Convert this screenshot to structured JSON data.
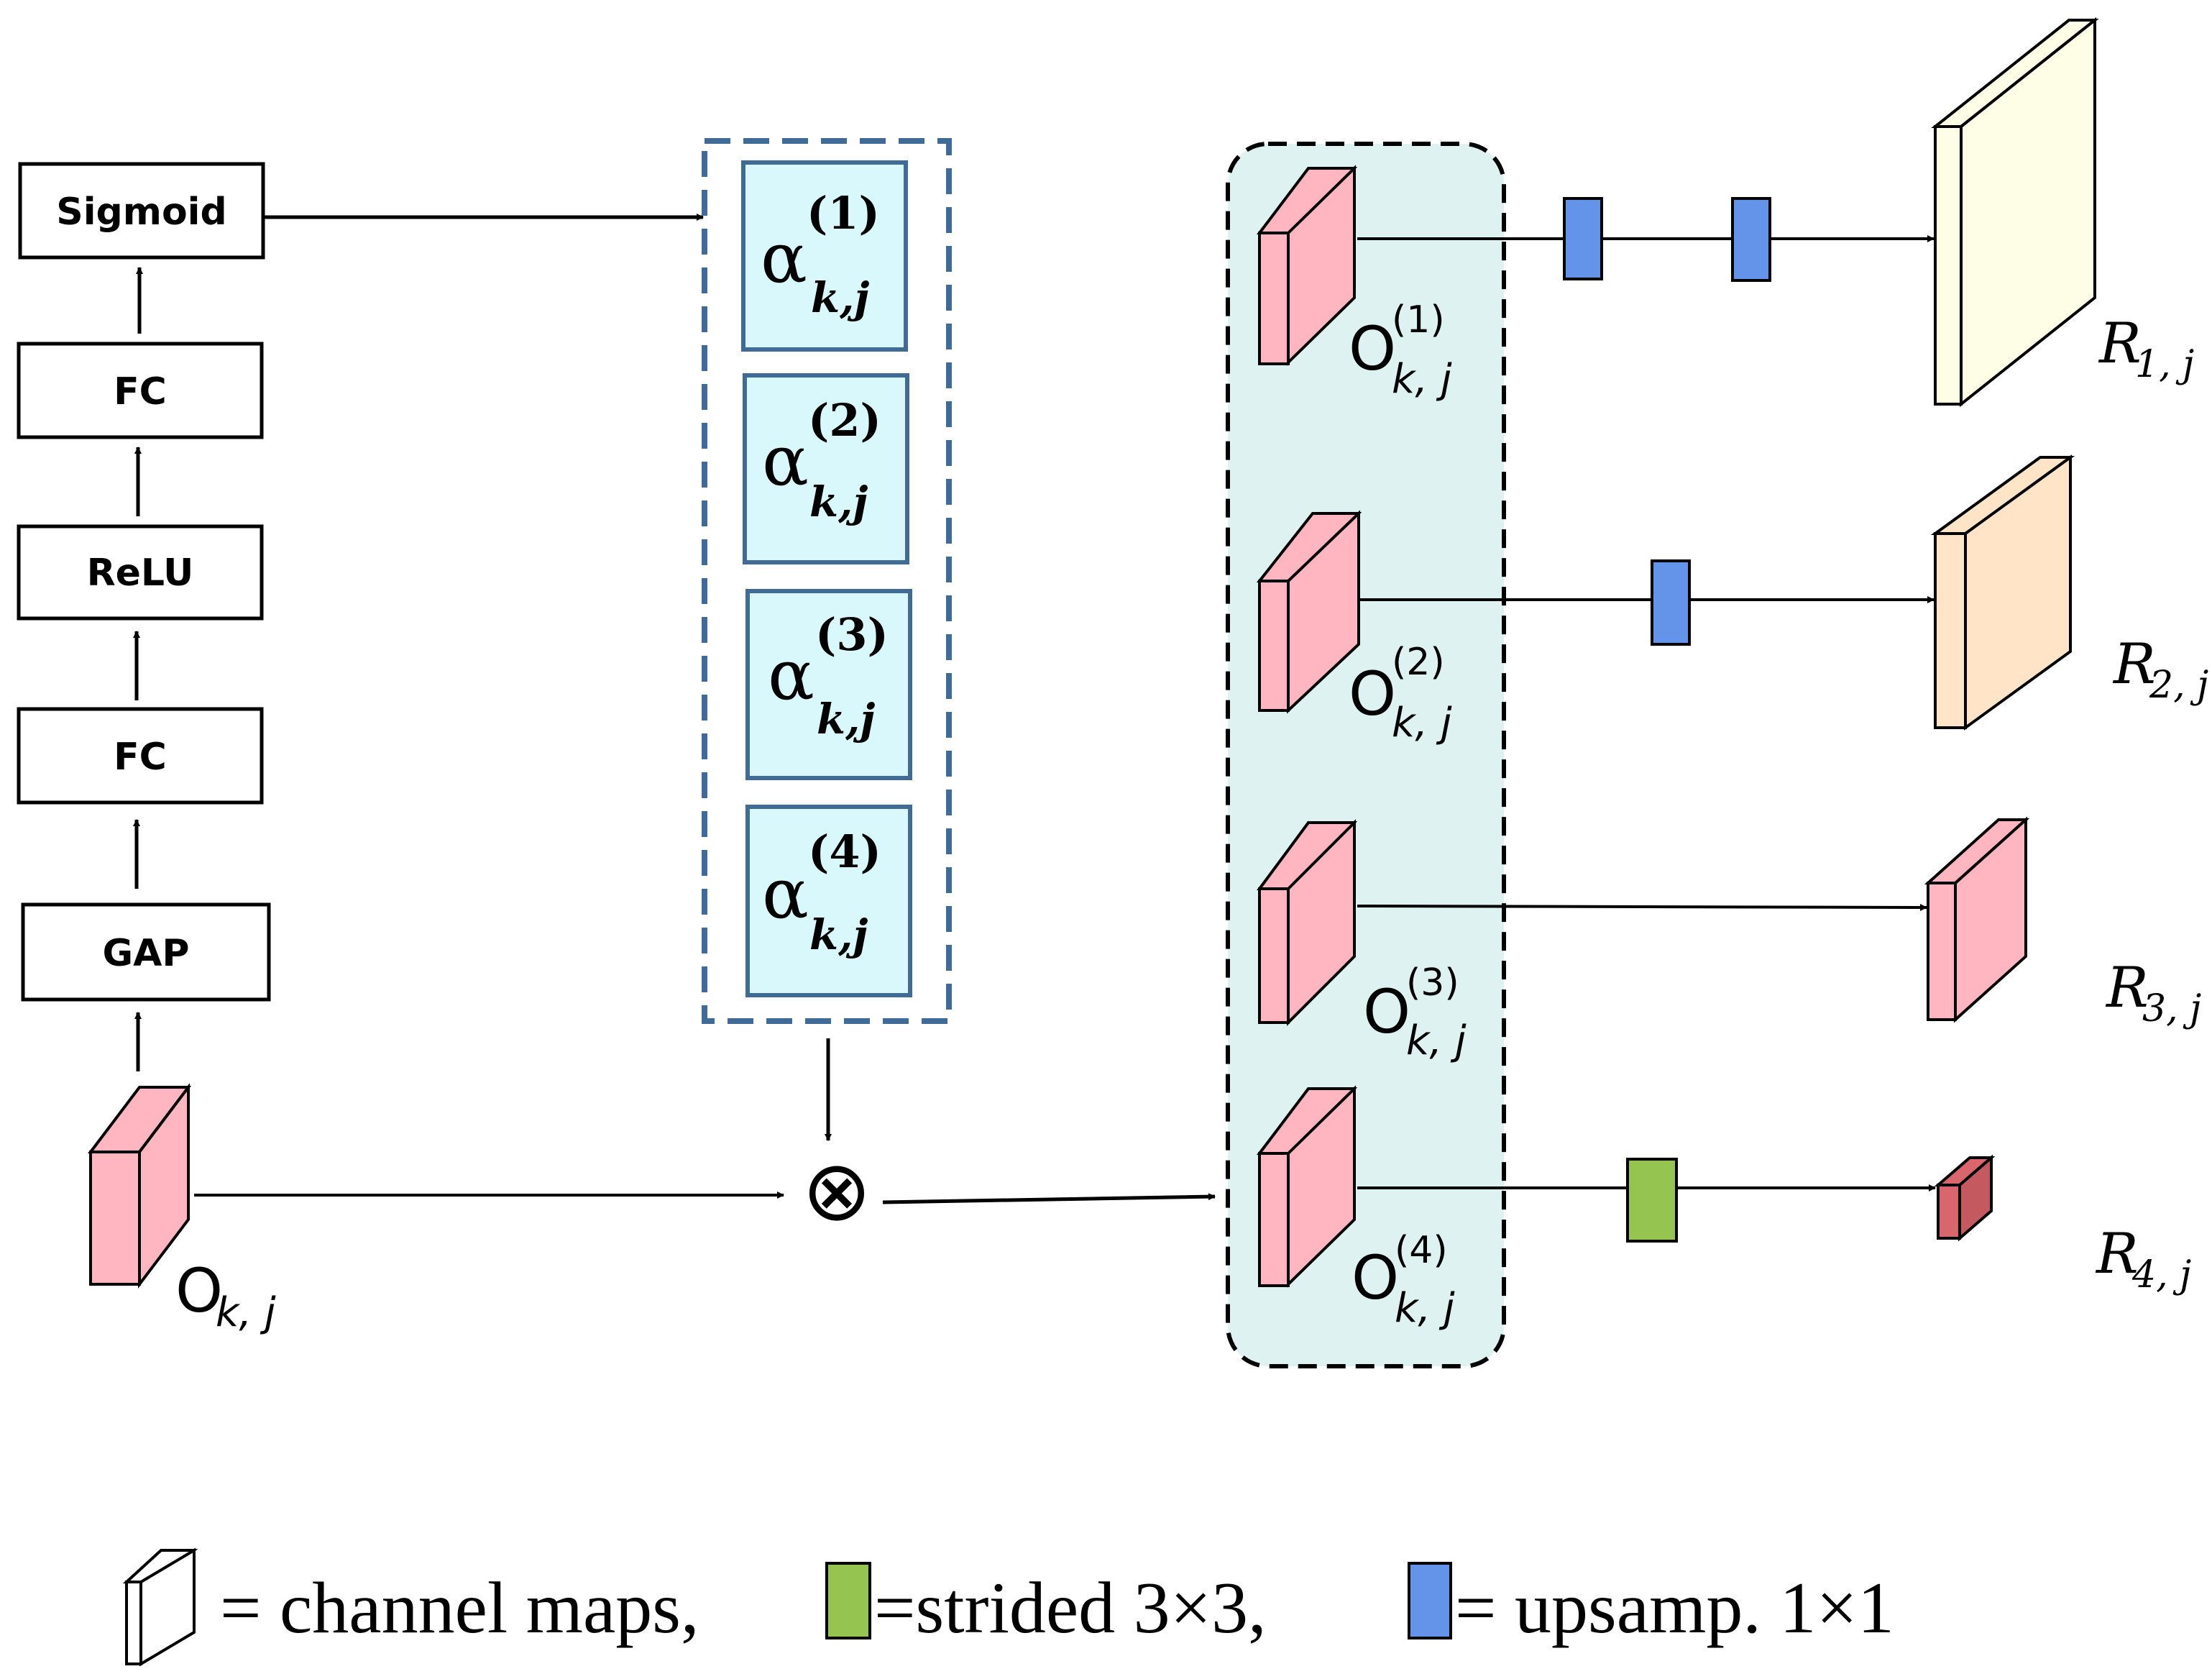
{
  "pipeline": {
    "sigmoid": "Sigmoid",
    "fc_top": "FC",
    "relu": "ReLU",
    "fc_bottom": "FC",
    "gap": "GAP"
  },
  "input_map": {
    "symbol": "O",
    "subscript": "k, j"
  },
  "attention": {
    "symbol": "α",
    "subscript": "k,j",
    "weights": [
      {
        "superscript": "(1)"
      },
      {
        "superscript": "(2)"
      },
      {
        "superscript": "(3)"
      },
      {
        "superscript": "(4)"
      }
    ]
  },
  "multiply_symbol": "⊗",
  "outputs": [
    {
      "symbol": "O",
      "superscript": "(1)",
      "subscript": "k, j",
      "r_symbol": "R",
      "r_subscript": "1, j",
      "ops": [
        "upsamp",
        "upsamp"
      ]
    },
    {
      "symbol": "O",
      "superscript": "(2)",
      "subscript": "k, j",
      "r_symbol": "R",
      "r_subscript": "2, j",
      "ops": [
        "upsamp"
      ]
    },
    {
      "symbol": "O",
      "superscript": "(3)",
      "subscript": "k, j",
      "r_symbol": "R",
      "r_subscript": "3, j",
      "ops": []
    },
    {
      "symbol": "O",
      "superscript": "(4)",
      "subscript": "k, j",
      "r_symbol": "R",
      "r_subscript": "4, j",
      "ops": [
        "strided"
      ]
    }
  ],
  "legend": {
    "channel_maps": "= channel maps,",
    "strided": "=strided 3×3,",
    "upsamp": "= upsamp. 1×1"
  },
  "colors": {
    "feature_map": "#ffb6c1",
    "attention_fill": "#d9f8fc",
    "attention_border": "#3f6b96",
    "group_fill": "#def3f1",
    "upsamp_block": "#6494ea",
    "strided_block": "#95c450",
    "r1": "#fefee6",
    "r2": "#ffe4c8",
    "r3": "#ffb6c1",
    "r4": "#d9666d"
  }
}
